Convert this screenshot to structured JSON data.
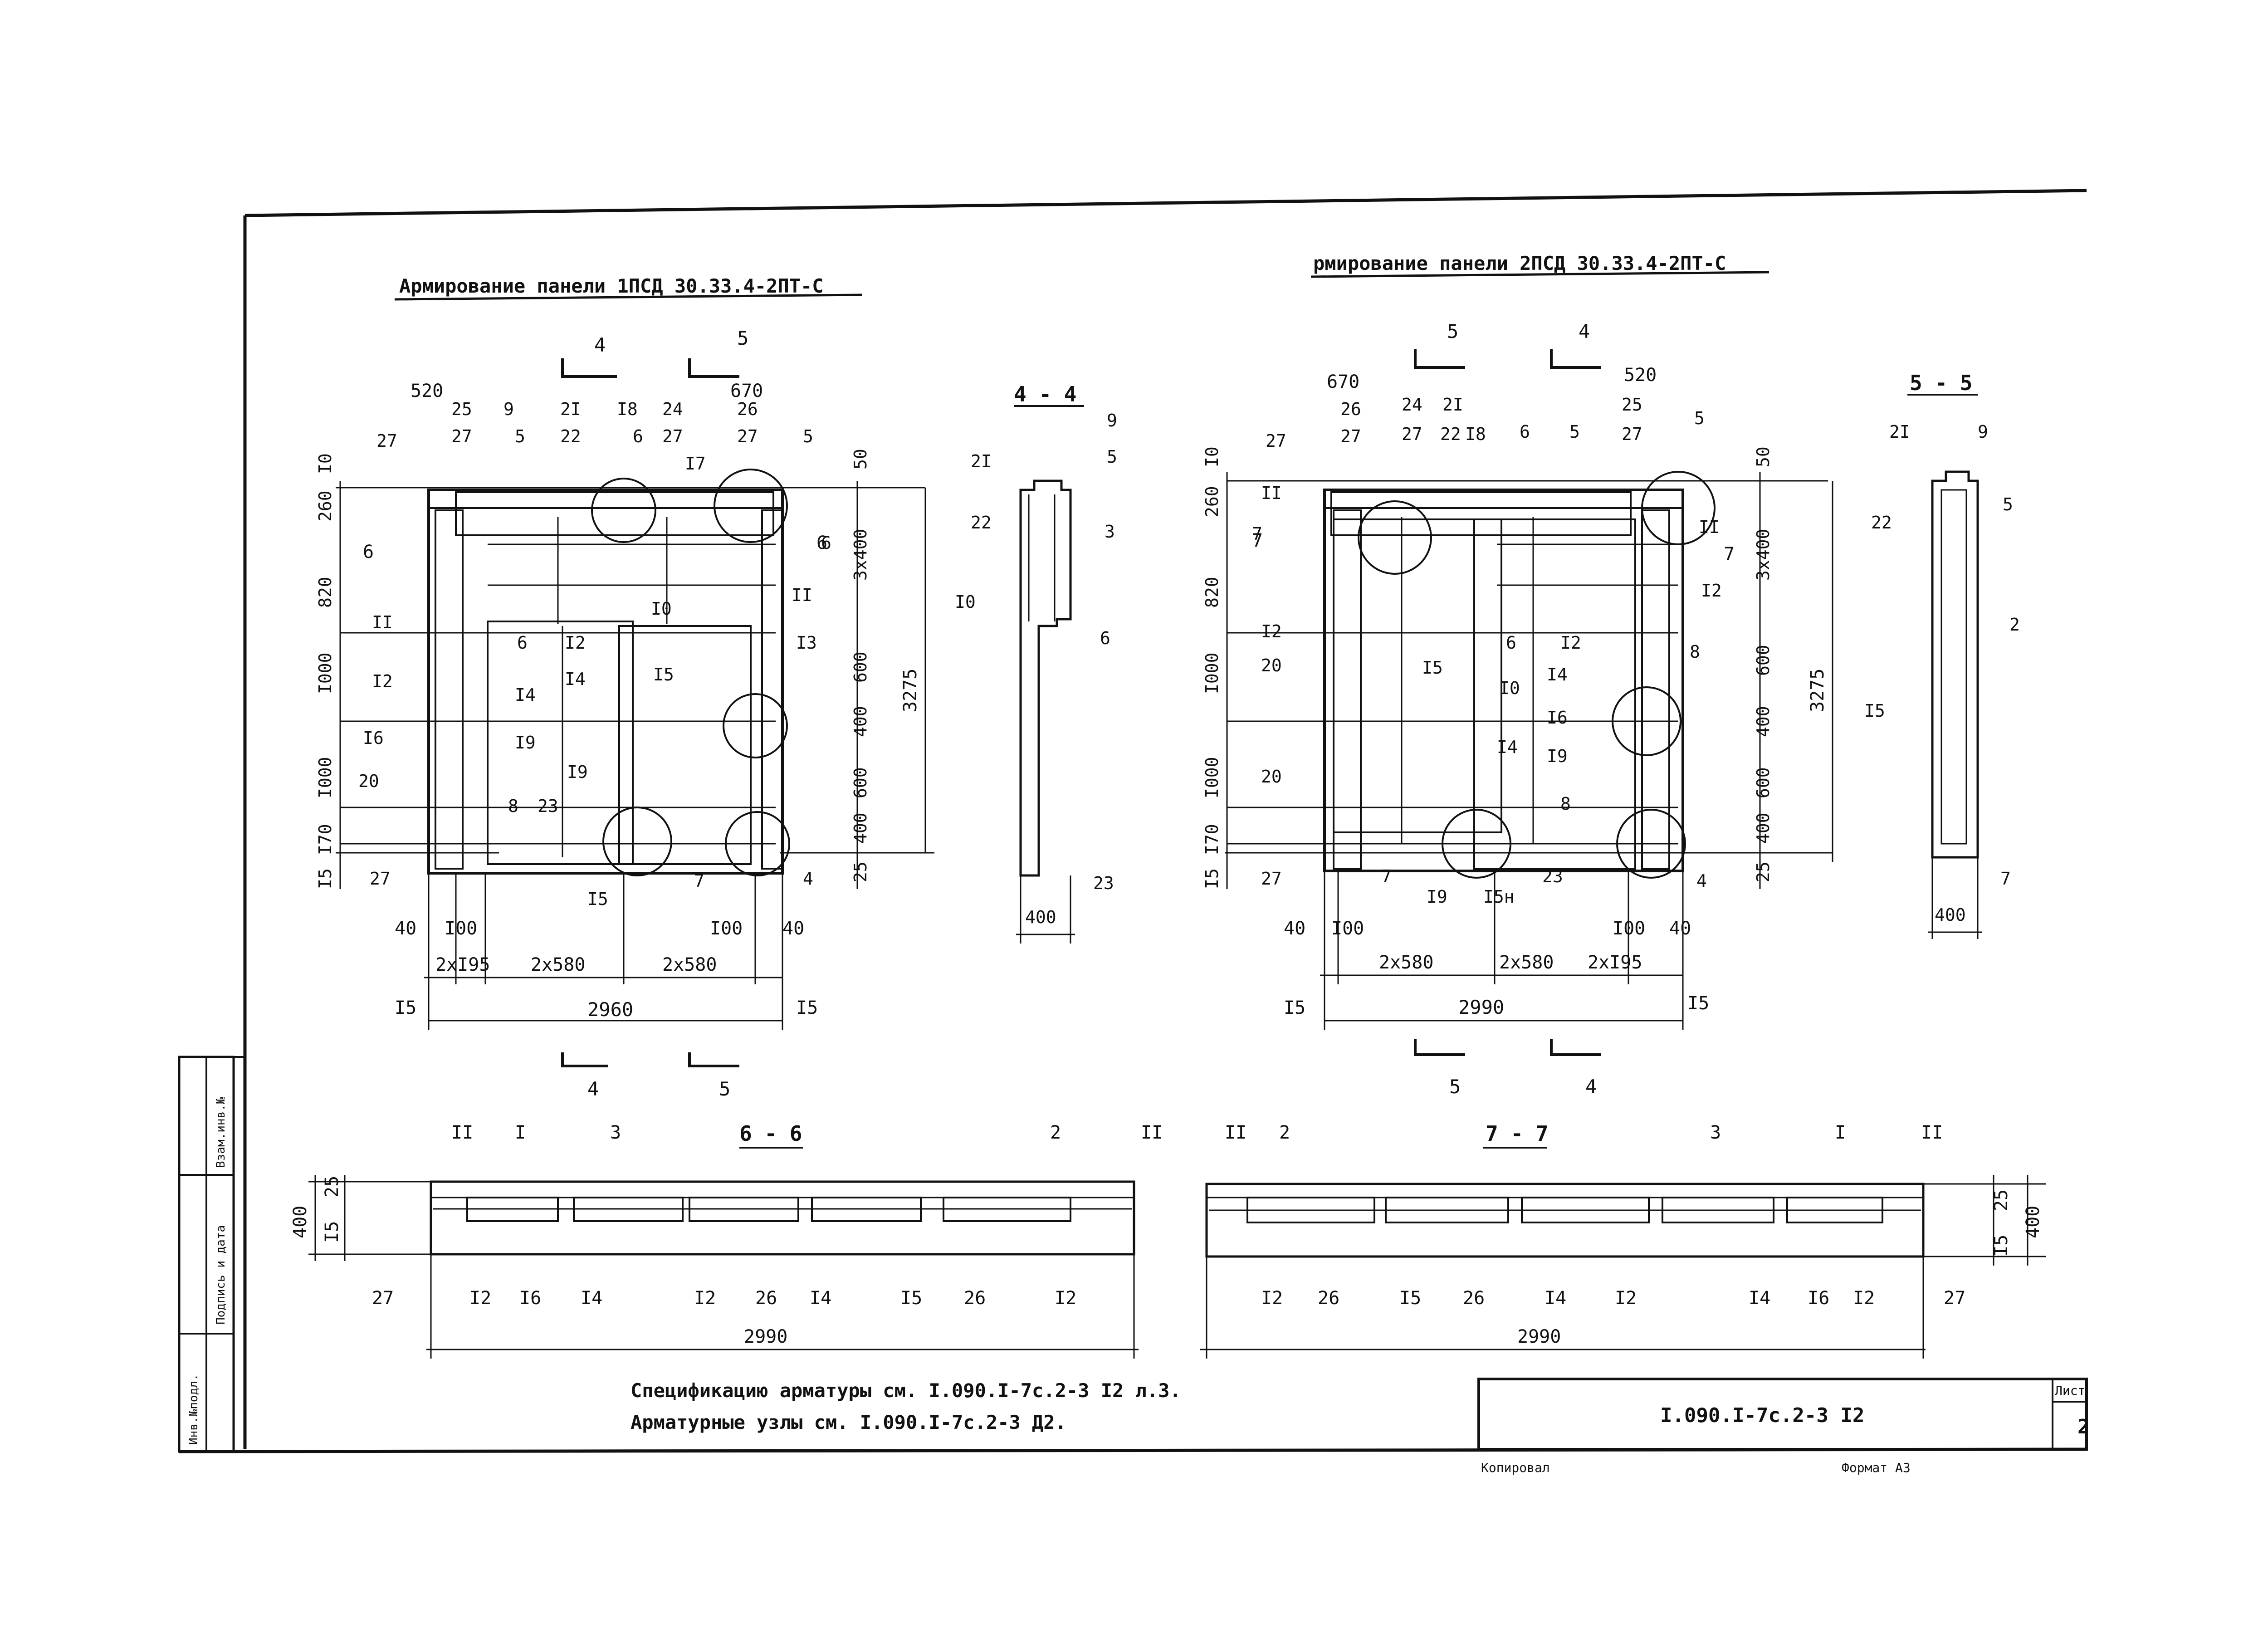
{
  "titles": {
    "panel1": "Армирование панели 1ПСД 30.33.4-2ПТ-С",
    "panel2": "рмирование панели 2ПСД 30.33.4-2ПТ-С"
  },
  "sections": {
    "s44": "4 - 4",
    "s55": "5 - 5",
    "s66": "6 - 6",
    "s77": "7 - 7"
  },
  "left_dims": {
    "vertical": [
      "I0",
      "260",
      "820",
      "I000",
      "I000",
      "I70",
      "I5"
    ],
    "top": [
      "520",
      "670"
    ],
    "right": [
      "50",
      "3x400",
      "600",
      "400",
      "600",
      "400",
      "25"
    ],
    "overall_height": "3275",
    "bottom_small": [
      "40",
      "I00",
      "I00",
      "40"
    ],
    "bottom": [
      "2xI95",
      "2x580",
      "2x580"
    ],
    "overall_width": "2960",
    "edge": [
      "I5",
      "I5"
    ]
  },
  "right_dims": {
    "vertical": [
      "I0",
      "260",
      "820",
      "I000",
      "I000",
      "I70",
      "I5"
    ],
    "top": [
      "670",
      "520"
    ],
    "right": [
      "50",
      "3x400",
      "600",
      "400",
      "600",
      "400",
      "25"
    ],
    "overall_height": "3275",
    "bottom_small": [
      "40",
      "I00",
      "I00",
      "40"
    ],
    "bottom": [
      "2x580",
      "2x580",
      "2xI95"
    ],
    "overall_width": "2990",
    "edge": [
      "I5",
      "I5"
    ]
  },
  "cut_marks": {
    "left_top": [
      "4",
      "5"
    ],
    "left_bottom": [
      "4",
      "5"
    ],
    "right_top": [
      "5",
      "4"
    ],
    "right_bottom": [
      "5",
      "4"
    ],
    "side": [
      "6",
      "6",
      "7",
      "7"
    ]
  },
  "left_labels": [
    "27",
    "25",
    "27",
    "9",
    "5",
    "2I",
    "22",
    "I8",
    "24",
    "27",
    "6",
    "26",
    "27",
    "5",
    "I7",
    "6",
    "II",
    "II",
    "I0",
    "6",
    "I2",
    "I2",
    "I3",
    "I4",
    "I5",
    "I4",
    "I6",
    "I9",
    "20",
    "8",
    "23",
    "I9",
    "27",
    "I5",
    "7",
    "4"
  ],
  "right_labels": [
    "27",
    "26",
    "27",
    "24",
    "27",
    "2I",
    "22",
    "I8",
    "6",
    "5",
    "25",
    "27",
    "5",
    "II",
    "II",
    "7",
    "I2",
    "I2",
    "I5",
    "6",
    "I2",
    "I0",
    "I4",
    "8",
    "20",
    "I6",
    "I4",
    "I9",
    "20",
    "8",
    "27",
    "7",
    "I9",
    "I5н",
    "23",
    "4"
  ],
  "sec44_labels": [
    "2I",
    "9",
    "5",
    "22",
    "3",
    "I0",
    "6",
    "23",
    "400"
  ],
  "sec55_labels": [
    "2I",
    "9",
    "22",
    "5",
    "2",
    "I5",
    "7",
    "400"
  ],
  "sec66_top": [
    "II",
    "I",
    "3",
    "2",
    "II"
  ],
  "sec66_bottom": [
    "27",
    "I2",
    "I6",
    "I4",
    "I2",
    "26",
    "I4",
    "I5",
    "26",
    "I2"
  ],
  "sec66_dims": [
    "400",
    "25",
    "I5"
  ],
  "sec66_width": "2990",
  "sec77_top": [
    "II",
    "2",
    "3",
    "I",
    "II"
  ],
  "sec77_bottom": [
    "I2",
    "26",
    "I5",
    "26",
    "I4",
    "I2",
    "I4",
    "I6",
    "I2",
    "27"
  ],
  "sec77_dims": [
    "25",
    "I5",
    "400"
  ],
  "sec77_width": "2990",
  "notes": [
    "Спецификацию арматуры см. I.090.I-7с.2-3 I2 л.3.",
    "Арматурные узлы см. I.090.I-7с.2-3 Д2."
  ],
  "stamp": {
    "code": "I.090.I-7с.2-3 I2",
    "sheet_label": "Лист",
    "sheet_no": "2"
  },
  "side_stamp": [
    "Взам.инв.№",
    "Подпись и дата",
    "Инв.№подл."
  ],
  "footer": {
    "copied": "Копировал",
    "format": "Формат А3"
  }
}
